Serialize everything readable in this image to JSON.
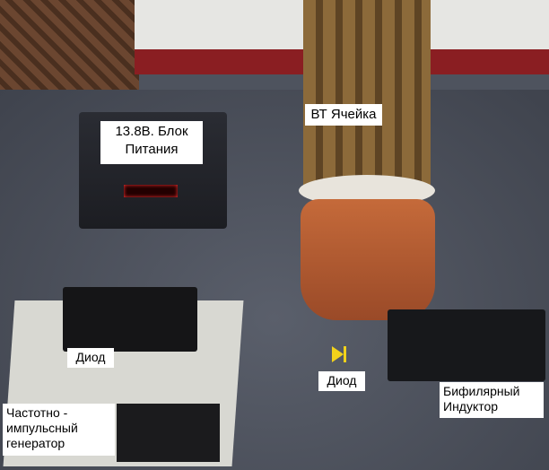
{
  "labels": {
    "power_supply": [
      "13.8В. Блок",
      "Питания"
    ],
    "cell": "ВТ Ячейка",
    "diode_left": "Диод",
    "diode_middle": "Диод",
    "generator": [
      "Частотно -",
      "импульсный",
      "генератор"
    ],
    "inductor": [
      "Бифилярный",
      "Индуктор"
    ]
  },
  "colors": {
    "carpet": "#4e535e",
    "wall": "#e8e8e6",
    "baseboard": "#8a1e22",
    "floor": "#5a3a25",
    "diode_symbol": "#f2d21b"
  }
}
